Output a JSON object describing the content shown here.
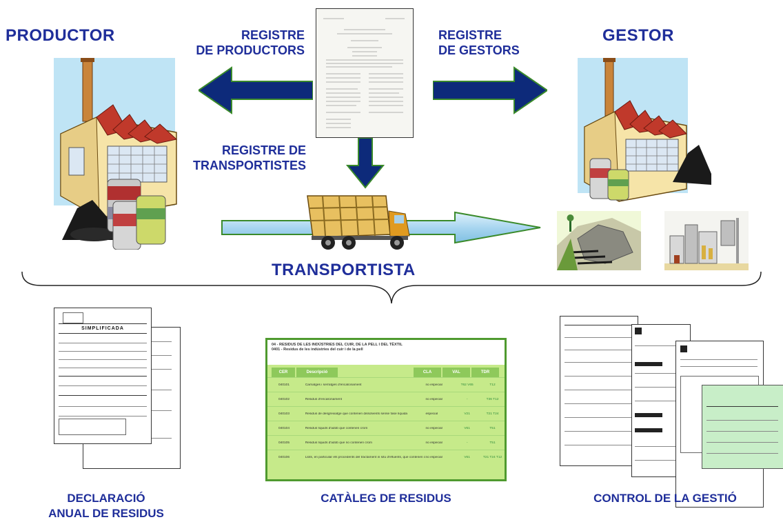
{
  "roles": {
    "producer": "PRODUCTOR",
    "manager": "GESTOR",
    "transporter": "TRANSPORTISTA"
  },
  "registers": {
    "producers": [
      "REGISTRE",
      "DE PRODUCTORS"
    ],
    "managers": [
      "REGISTRE",
      "DE GESTORS"
    ],
    "transporters": [
      "REGISTRE DE",
      "TRANSPORTISTES"
    ]
  },
  "captions": {
    "declaration": [
      "DECLARACIÓ",
      "ANUAL DE RESIDUS"
    ],
    "catalog": "CATÀLEG DE RESIDUS",
    "control": "CONTROL DE LA GESTIÓ"
  },
  "declaration_doc": {
    "title": "SIMPLIFICADA"
  },
  "catalog_doc": {
    "title": "04 - RESIDUS DE LES INDÚSTRIES DEL CUIR, DE LA PELL I DEL TÈXTIL",
    "subtitle": "0401 - Residus de les indústries del cuir i de la pell",
    "columns": [
      "CER",
      "Descripció",
      "CLA",
      "VAL",
      "TDR"
    ],
    "rows": [
      {
        "code": "040101",
        "desc": "Carnatges i serratges d'encalcinament",
        "cla": "no especial",
        "val": "T62 V65",
        "tdr": "T12"
      },
      {
        "code": "040102",
        "desc": "Residus d'encalcinament",
        "cla": "no especial",
        "val": "-",
        "tdr": "T36 T12"
      },
      {
        "code": "040103",
        "desc": "Residus de desgreixatge que contenen dissolvents sense fase líquida",
        "cla": "especial",
        "val": "V21",
        "tdr": "T21 T24"
      },
      {
        "code": "040104",
        "desc": "Residus líquids d'adob que contenen crom",
        "cla": "no especial",
        "val": "V61",
        "tdr": "T51"
      },
      {
        "code": "040105",
        "desc": "Residus líquids d'adob que no contenen crom",
        "cla": "no especial",
        "val": "-",
        "tdr": "T51"
      },
      {
        "code": "040106",
        "desc": "Llots, en particular els procedents del tractament in situ d'efluents, que contenen crom",
        "cla": "no especial",
        "val": "V61",
        "tdr": "T21 T24 T12"
      }
    ]
  },
  "colors": {
    "text": "#1f2e9a",
    "arrow": "#0d2a7a",
    "arrow_border": "#3a8a2a",
    "light_arrow": "#a9d6f0",
    "factory_bg": "#bfe4f5",
    "catalog_bg": "#c6ea8a",
    "catalog_border": "#4f9a2f",
    "certificate": "#c8eec8"
  },
  "icons": {
    "factory": "factory-icon",
    "barrels": "barrels-icon",
    "waste_pile": "waste-pile-icon",
    "truck": "truck-icon",
    "landfill": "landfill-icon",
    "plant": "treatment-plant-icon"
  }
}
